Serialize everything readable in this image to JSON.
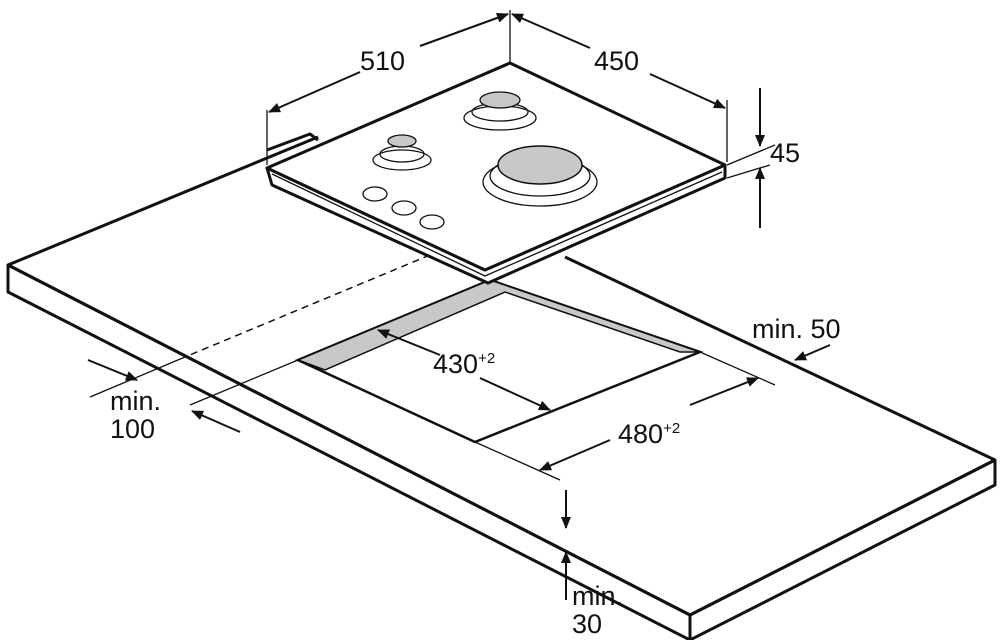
{
  "dimensions": {
    "hob_depth": "510",
    "hob_width": "450",
    "hob_height": "45",
    "cutout_depth": "430",
    "cutout_depth_tol": "+2",
    "cutout_width": "480",
    "cutout_width_tol": "+2",
    "min_side_label": "min. 50",
    "min_front_label": "min.",
    "min_front_value": "100",
    "min_thickness_label": "min.",
    "min_thickness_value": "30"
  },
  "colors": {
    "line": "#111111",
    "fill_gray": "#c8c8c8"
  }
}
